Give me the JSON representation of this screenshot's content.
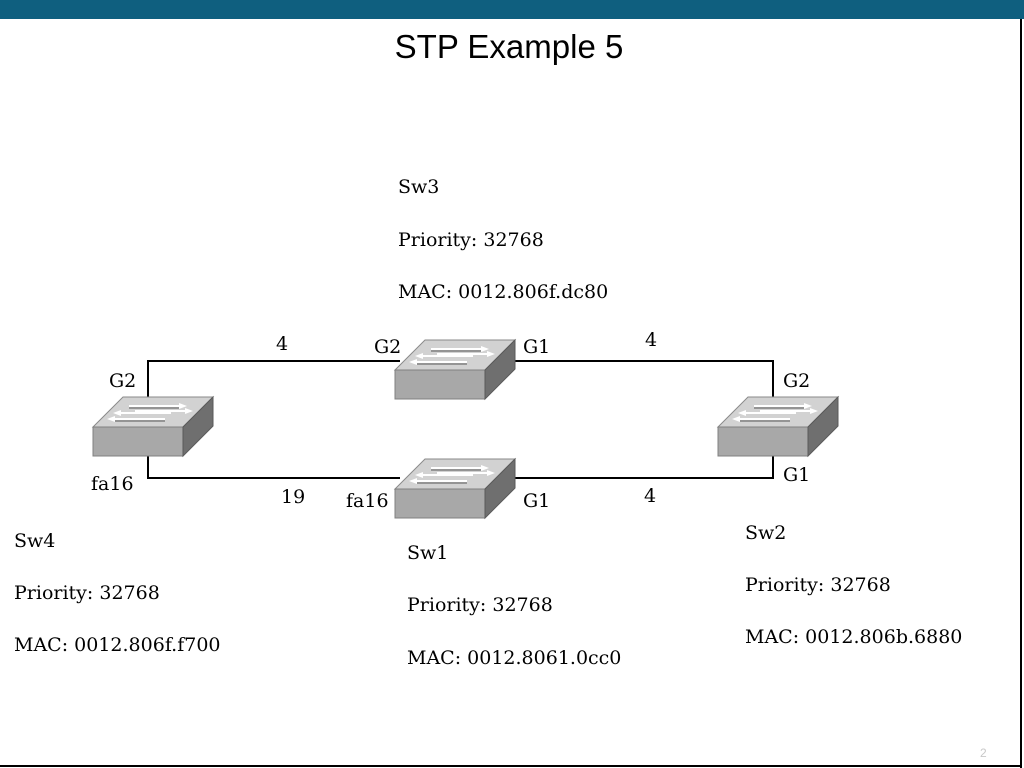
{
  "slide": {
    "title": "STP Example 5",
    "page_number": "2"
  },
  "switches": {
    "sw3": {
      "name": "Sw3",
      "priority": "Priority: 32768",
      "mac": "MAC: 0012.806f.dc80"
    },
    "sw4": {
      "name": "Sw4",
      "priority": "Priority: 32768",
      "mac": "MAC: 0012.806f.f700"
    },
    "sw1": {
      "name": "Sw1",
      "priority": "Priority: 32768",
      "mac": "MAC: 0012.8061.0cc0"
    },
    "sw2": {
      "name": "Sw2",
      "priority": "Priority: 32768",
      "mac": "MAC: 0012.806b.6880"
    }
  },
  "ports": {
    "sw3_g2": "G2",
    "sw3_g1": "G1",
    "sw4_g2": "G2",
    "sw4_fa16": "fa16",
    "sw1_fa16": "fa16",
    "sw1_g1": "G1",
    "sw2_g2": "G2",
    "sw2_g1": "G1"
  },
  "links": {
    "sw4_sw3_cost": "4",
    "sw3_sw2_cost": "4",
    "sw4_sw1_cost": "19",
    "sw1_sw2_cost": "4"
  },
  "colors": {
    "top_bar": "#0f5f7f",
    "switch_front": "#a9a9a9",
    "switch_top": "#d0d0d0",
    "switch_side": "#6e6e6e"
  }
}
